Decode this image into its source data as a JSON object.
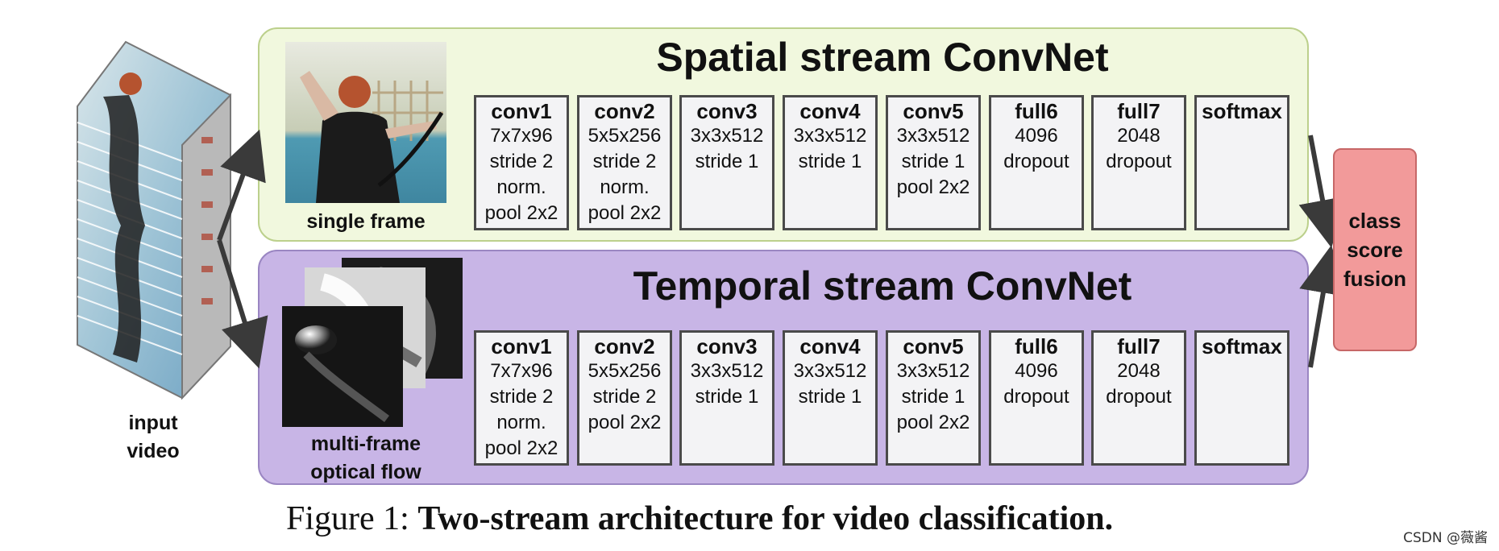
{
  "colors": {
    "spatial_panel_fill": "#f1f8de",
    "spatial_panel_border": "#bcd08c",
    "temporal_panel_fill": "#c8b5e6",
    "temporal_panel_border": "#9a86c2",
    "fusion_fill": "#f29a9a",
    "arrow": "#3a3a3a"
  },
  "input_video": {
    "label_line1": "input",
    "label_line2": "video"
  },
  "spatial_stream": {
    "title": "Spatial stream ConvNet",
    "input_label": "single frame",
    "layers": [
      {
        "name": "conv1",
        "lines": [
          "7x7x96",
          "stride 2",
          "norm.",
          "pool 2x2"
        ]
      },
      {
        "name": "conv2",
        "lines": [
          "5x5x256",
          "stride 2",
          "norm.",
          "pool 2x2"
        ]
      },
      {
        "name": "conv3",
        "lines": [
          "3x3x512",
          "stride 1"
        ]
      },
      {
        "name": "conv4",
        "lines": [
          "3x3x512",
          "stride 1"
        ]
      },
      {
        "name": "conv5",
        "lines": [
          "3x3x512",
          "stride 1",
          "pool 2x2"
        ]
      },
      {
        "name": "full6",
        "lines": [
          "4096",
          "dropout"
        ]
      },
      {
        "name": "full7",
        "lines": [
          "2048",
          "dropout"
        ]
      },
      {
        "name": "softmax",
        "lines": []
      }
    ]
  },
  "temporal_stream": {
    "title": "Temporal stream ConvNet",
    "input_label_line1": "multi-frame",
    "input_label_line2": "optical flow",
    "layers": [
      {
        "name": "conv1",
        "lines": [
          "7x7x96",
          "stride 2",
          "norm.",
          "pool 2x2"
        ]
      },
      {
        "name": "conv2",
        "lines": [
          "5x5x256",
          "stride 2",
          "pool 2x2"
        ]
      },
      {
        "name": "conv3",
        "lines": [
          "3x3x512",
          "stride 1"
        ]
      },
      {
        "name": "conv4",
        "lines": [
          "3x3x512",
          "stride 1"
        ]
      },
      {
        "name": "conv5",
        "lines": [
          "3x3x512",
          "stride 1",
          "pool 2x2"
        ]
      },
      {
        "name": "full6",
        "lines": [
          "4096",
          "dropout"
        ]
      },
      {
        "name": "full7",
        "lines": [
          "2048",
          "dropout"
        ]
      },
      {
        "name": "softmax",
        "lines": []
      }
    ]
  },
  "fusion": {
    "lines": [
      "class",
      "score",
      "fusion"
    ]
  },
  "caption": {
    "prefix": "Figure 1: ",
    "text": "Two-stream architecture for video classification."
  },
  "watermark": "CSDN @薇酱"
}
